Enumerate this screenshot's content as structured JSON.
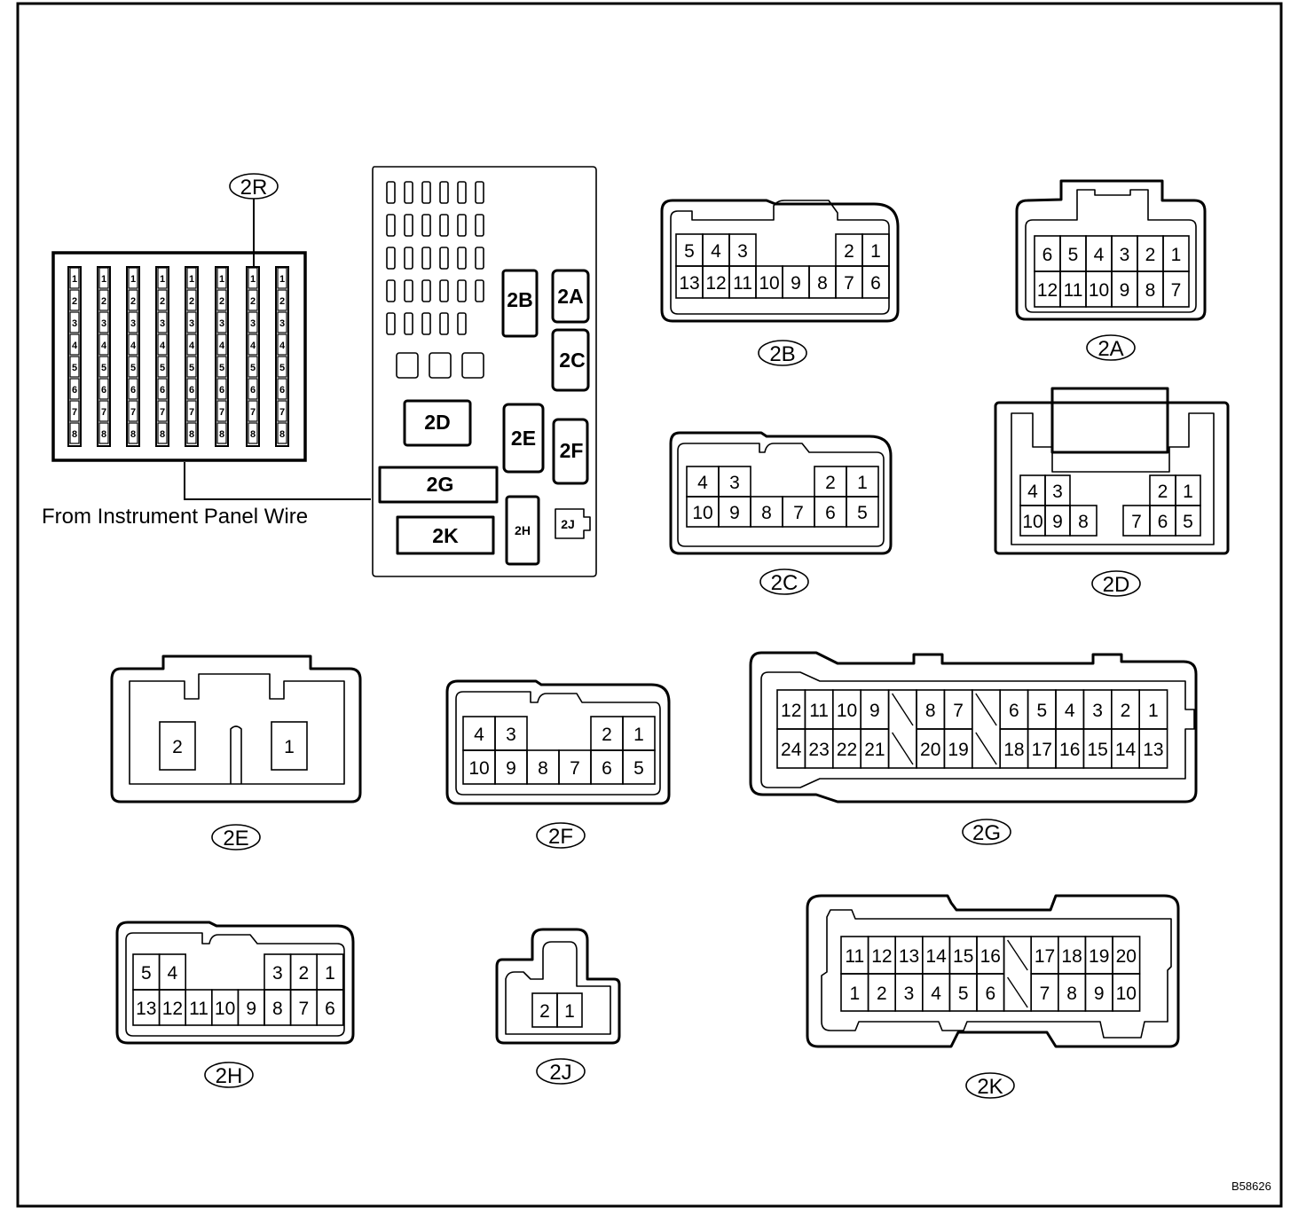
{
  "caption": "From Instrument Panel Wire",
  "figure_id": "B58626",
  "junction_block": {
    "slots": [
      {
        "id": "2B",
        "label": "2B"
      },
      {
        "id": "2A",
        "label": "2A"
      },
      {
        "id": "2C",
        "label": "2C"
      },
      {
        "id": "2D",
        "label": "2D"
      },
      {
        "id": "2E",
        "label": "2E"
      },
      {
        "id": "2F",
        "label": "2F"
      },
      {
        "id": "2G",
        "label": "2G"
      },
      {
        "id": "2K",
        "label": "2K"
      },
      {
        "id": "2H",
        "label": "2H"
      },
      {
        "id": "2J",
        "label": "2J"
      }
    ]
  },
  "connector_2R": {
    "label": "2R",
    "columns": 8,
    "pins": [
      "1",
      "2",
      "3",
      "4",
      "5",
      "6",
      "7",
      "8"
    ]
  },
  "connectors": [
    {
      "id": "2B",
      "label": "2B",
      "rows": [
        [
          "5",
          "4",
          "3",
          "",
          "",
          "",
          "2",
          "1"
        ],
        [
          "13",
          "12",
          "11",
          "10",
          "9",
          "8",
          "7",
          "6"
        ]
      ]
    },
    {
      "id": "2A",
      "label": "2A",
      "rows": [
        [
          "6",
          "5",
          "4",
          "3",
          "2",
          "1"
        ],
        [
          "12",
          "11",
          "10",
          "9",
          "8",
          "7"
        ]
      ]
    },
    {
      "id": "2C",
      "label": "2C",
      "rows": [
        [
          "4",
          "3",
          "",
          "",
          "2",
          "1"
        ],
        [
          "10",
          "9",
          "8",
          "7",
          "6",
          "5"
        ]
      ]
    },
    {
      "id": "2D",
      "label": "2D",
      "rows": [
        [
          "4",
          "3",
          "",
          "",
          "2",
          "1"
        ],
        [
          "10",
          "9",
          "8",
          "7",
          "6",
          "5"
        ]
      ]
    },
    {
      "id": "2E",
      "label": "2E",
      "rows": [
        [
          "2",
          "1"
        ]
      ]
    },
    {
      "id": "2F",
      "label": "2F",
      "rows": [
        [
          "4",
          "3",
          "",
          "",
          "2",
          "1"
        ],
        [
          "10",
          "9",
          "8",
          "7",
          "6",
          "5"
        ]
      ]
    },
    {
      "id": "2G",
      "label": "2G",
      "rows": [
        [
          "12",
          "11",
          "10",
          "9",
          "",
          "8",
          "7",
          "",
          "6",
          "5",
          "4",
          "3",
          "2",
          "1"
        ],
        [
          "24",
          "23",
          "22",
          "21",
          "",
          "20",
          "19",
          "",
          "18",
          "17",
          "16",
          "15",
          "14",
          "13"
        ]
      ]
    },
    {
      "id": "2H",
      "label": "2H",
      "rows": [
        [
          "5",
          "4",
          "",
          "",
          "",
          "3",
          "2",
          "1"
        ],
        [
          "13",
          "12",
          "11",
          "10",
          "9",
          "8",
          "7",
          "6"
        ]
      ]
    },
    {
      "id": "2J",
      "label": "2J",
      "rows": [
        [
          "2",
          "1"
        ]
      ]
    },
    {
      "id": "2K",
      "label": "2K",
      "rows": [
        [
          "11",
          "12",
          "13",
          "14",
          "15",
          "16",
          "",
          "17",
          "18",
          "19",
          "20"
        ],
        [
          "1",
          "2",
          "3",
          "4",
          "5",
          "6",
          "",
          "7",
          "8",
          "9",
          "10"
        ]
      ]
    }
  ]
}
